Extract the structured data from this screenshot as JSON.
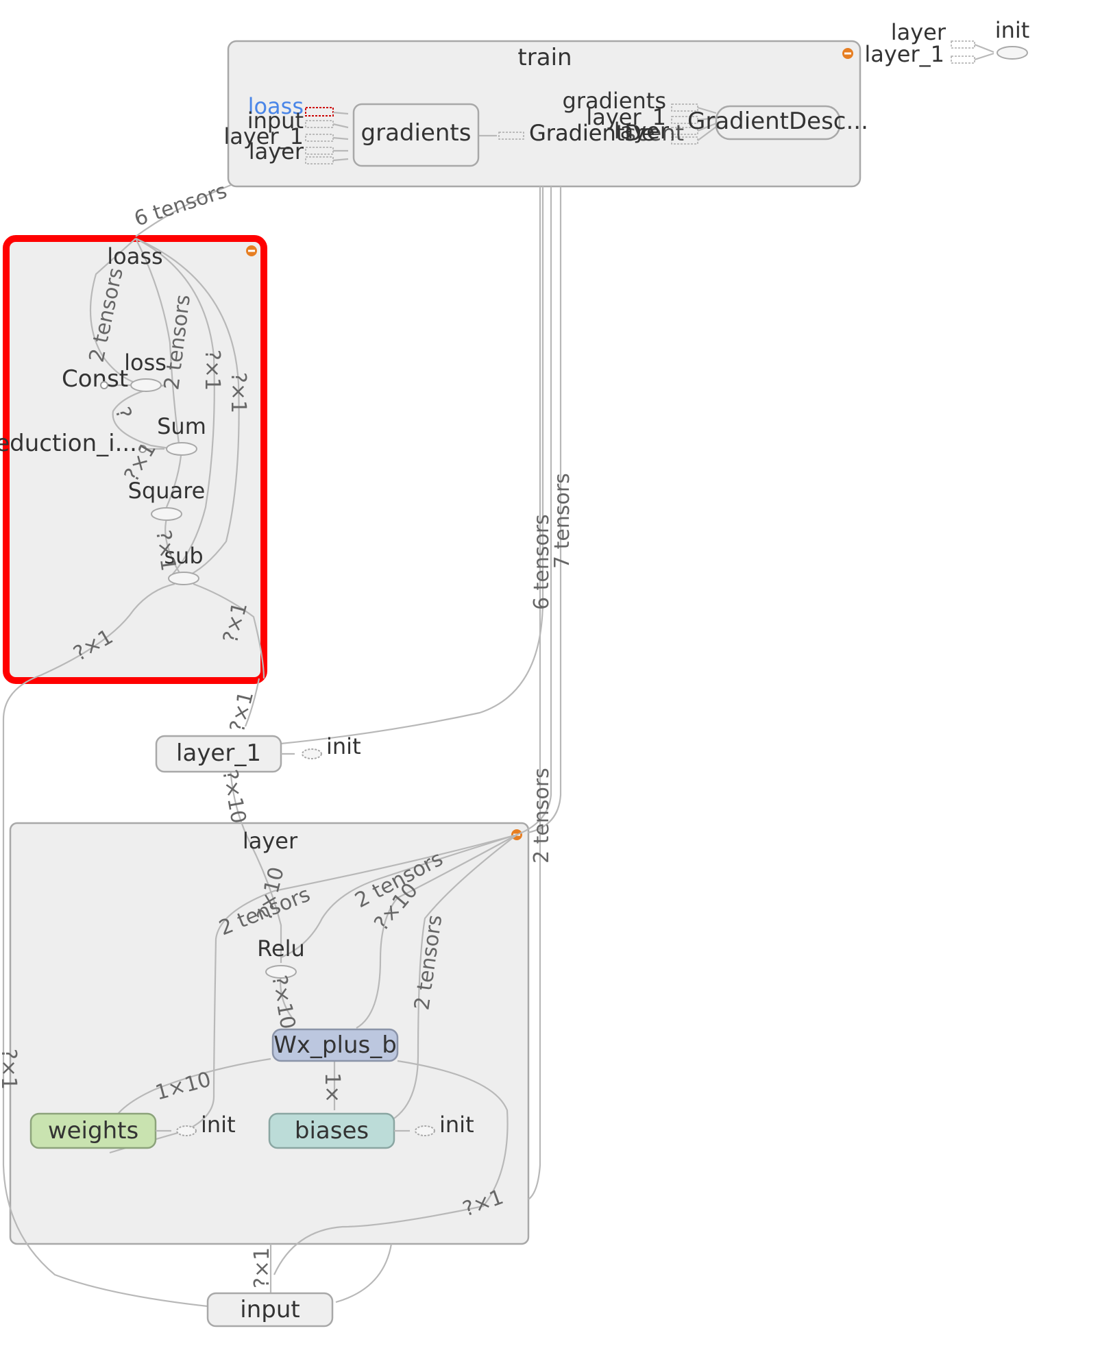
{
  "colors": {
    "selection": "#ff0000",
    "collapse_badge": "#e67e22",
    "weights_fill": "#c9e3b0",
    "biases_fill": "#bcdcd8",
    "wx_fill": "#bcc7df",
    "loass_link": "#4a86e8"
  },
  "icons": {
    "collapse": "collapse-icon"
  },
  "train": {
    "title": "train",
    "inputs": [
      "loass",
      "input",
      "layer_1",
      "layer"
    ],
    "gradients": "gradients",
    "grad_inputs": [
      "gradients",
      "layer_1",
      "layer"
    ],
    "gd_overlap_a": "GradientDe",
    "gd_overlap_b": "Gradientscent",
    "gd_node": "GradientDesc..."
  },
  "top_right": {
    "layer": "layer",
    "layer_1": "layer_1",
    "init": "init"
  },
  "loass": {
    "title": "loass",
    "const": "Const",
    "loss": "loss",
    "reduction": "reduction_i...",
    "sum": "Sum",
    "square": "Square",
    "sub": "sub"
  },
  "layer_1": {
    "label": "layer_1",
    "init": "init"
  },
  "layer": {
    "title": "layer",
    "relu": "Relu",
    "wx_plus_b": "Wx_plus_b",
    "weights": "weights",
    "biases": "biases",
    "init_w": "init",
    "init_b": "init"
  },
  "input": {
    "label": "input"
  },
  "edge_labels": {
    "six_tensors": "6 tensors",
    "seven_tensors": "7 tensors",
    "two_tensors": "2 tensors",
    "q_x1": "?×1",
    "q_x10": "?×10",
    "one_x10": "1×10",
    "one_x": "1×",
    "q": "?"
  }
}
